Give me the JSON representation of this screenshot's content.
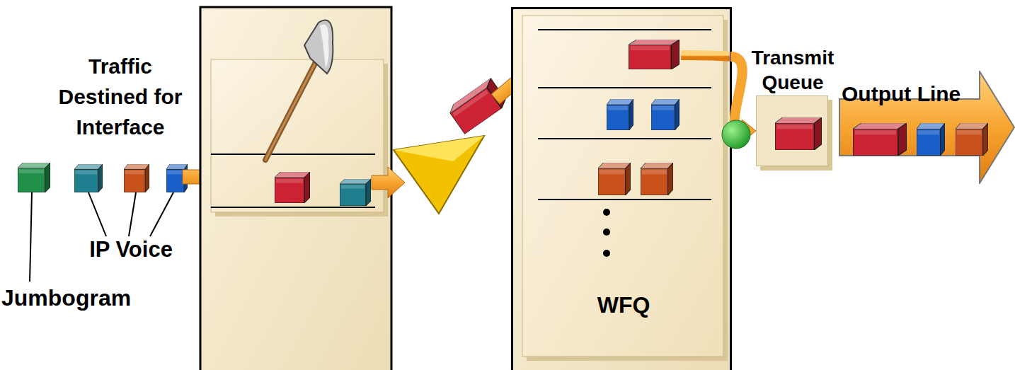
{
  "diagram": {
    "nodes": [
      {
        "text": [
          "WFQ"
        ]
      },
      {
        "text": [
          "Transmit Queue"
        ]
      },
      {
        "text": [
          "Output Line"
        ]
      }
    ],
    "edges": [
      {
        "from": 0,
        "to": 1,
        "arrow": "to"
      }
    ],
    "labels": [
      "Traffic Destined for Interface",
      "IP Voice",
      "Jumbogram"
    ]
  }
}
